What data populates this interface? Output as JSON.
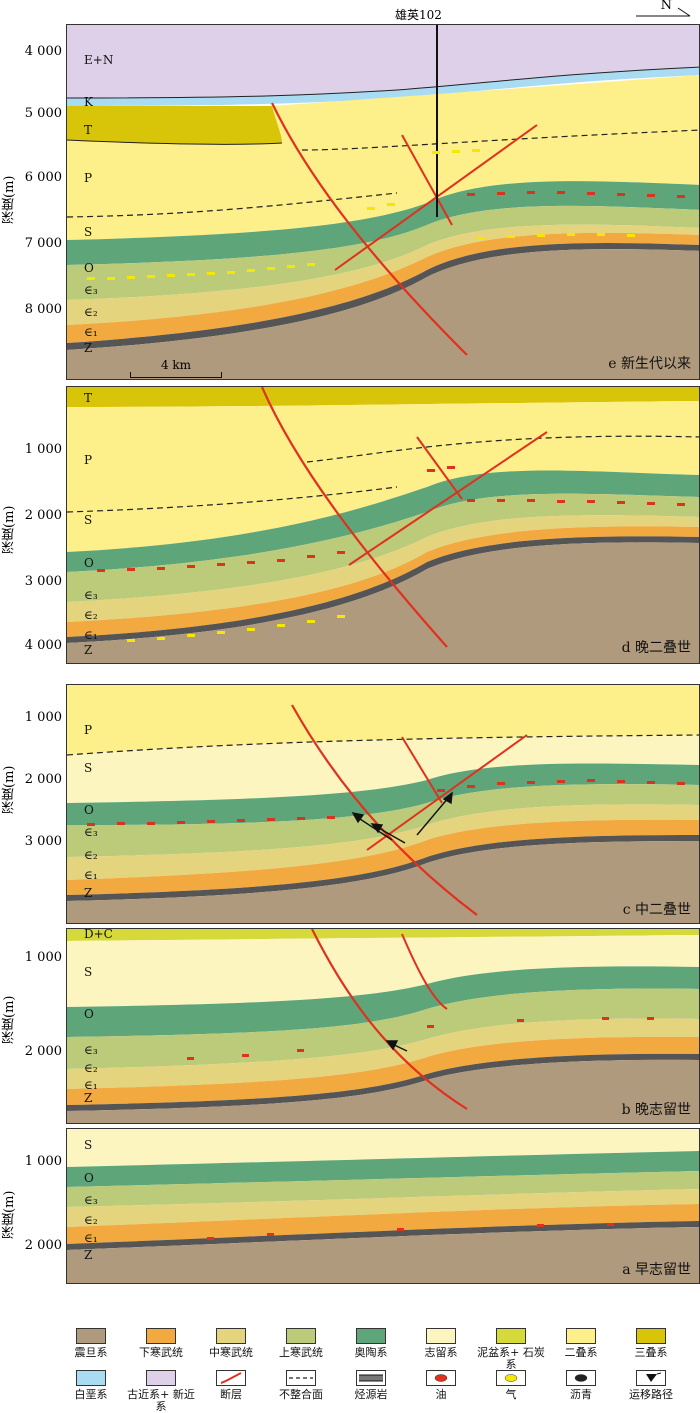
{
  "well_label": "雄英102",
  "north_label": "N",
  "scale_label": "4 km",
  "y_axis_label": "深度(m)",
  "panels": [
    {
      "id": "e",
      "title": "e 新生代以来",
      "ticks": [
        "4 000",
        "5 000",
        "6 000",
        "7 000",
        "8 000"
      ],
      "strata": [
        "E+N",
        "K",
        "T",
        "P",
        "S",
        "O",
        "∈₃",
        "∈₂",
        "∈₁",
        "Z"
      ]
    },
    {
      "id": "d",
      "title": "d 晚二叠世",
      "ticks": [
        "1 000",
        "2 000",
        "3 000",
        "4 000"
      ],
      "strata": [
        "T",
        "P",
        "S",
        "O",
        "∈₃",
        "∈₂",
        "∈₁",
        "Z"
      ]
    },
    {
      "id": "c",
      "title": "c 中二叠世",
      "ticks": [
        "1 000",
        "2 000",
        "3 000"
      ],
      "strata": [
        "P",
        "S",
        "O",
        "∈₃",
        "∈₂",
        "∈₁",
        "Z"
      ]
    },
    {
      "id": "b",
      "title": "b 晚志留世",
      "ticks": [
        "1 000",
        "2 000"
      ],
      "strata": [
        "D+C",
        "S",
        "O",
        "∈₃",
        "∈₂",
        "∈₁",
        "Z"
      ]
    },
    {
      "id": "a",
      "title": "a 早志留世",
      "ticks": [
        "1 000",
        "2 000"
      ],
      "strata": [
        "S",
        "O",
        "∈₃",
        "∈₂",
        "∈₁",
        "Z"
      ]
    }
  ],
  "colors": {
    "Z": "#b09a7e",
    "C1": "#f2a940",
    "C2": "#e4d47e",
    "C3": "#bccb7a",
    "O": "#5ea67a",
    "S": "#fdf5c0",
    "DC": "#d5da3a",
    "P": "#fdf08a",
    "T": "#d8c50a",
    "K": "#a9dcf2",
    "EN": "#ddd0e8",
    "fault": "#e0301e",
    "oil": "#e0301e",
    "gas": "#f5e800",
    "bitumen": "#222222"
  },
  "legend": [
    {
      "label": "震旦系",
      "type": "fill",
      "color": "#b09a7e"
    },
    {
      "label": "下寒武统",
      "type": "fill",
      "color": "#f2a940"
    },
    {
      "label": "中寒武统",
      "type": "fill",
      "color": "#e4d47e"
    },
    {
      "label": "上寒武统",
      "type": "fill",
      "color": "#bccb7a"
    },
    {
      "label": "奥陶系",
      "type": "fill",
      "color": "#5ea67a"
    },
    {
      "label": "志留系",
      "type": "fill",
      "color": "#fdf5c0"
    },
    {
      "label": "泥盆系+ 石炭系",
      "type": "fill",
      "color": "#d5da3a"
    },
    {
      "label": "二叠系",
      "type": "fill",
      "color": "#fdf08a"
    },
    {
      "label": "三叠系",
      "type": "fill",
      "color": "#d8c50a"
    },
    {
      "label": "白垩系",
      "type": "fill",
      "color": "#a9dcf2"
    },
    {
      "label": "古近系+ 新近系",
      "type": "fill",
      "color": "#ddd0e8"
    },
    {
      "label": "断层",
      "type": "fault",
      "color": "#e0301e"
    },
    {
      "label": "不整合面",
      "type": "dash",
      "color": "#222222"
    },
    {
      "label": "烃源岩",
      "type": "source",
      "color": "#555555"
    },
    {
      "label": "油",
      "type": "blob",
      "color": "#e0301e"
    },
    {
      "label": "气",
      "type": "blob",
      "color": "#f5e800"
    },
    {
      "label": "沥青",
      "type": "blob",
      "color": "#222222"
    },
    {
      "label": "运移路径",
      "type": "arrow",
      "color": "#222222"
    }
  ]
}
